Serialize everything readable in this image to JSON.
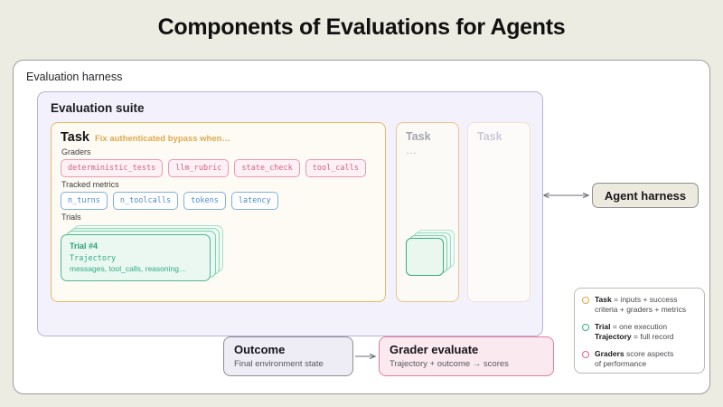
{
  "title": "Components of Evaluations for Agents",
  "harness": {
    "label": "Evaluation harness"
  },
  "suite": {
    "label": "Evaluation suite"
  },
  "task": {
    "title": "Task",
    "subtitle": "Fix authenticated bypass when…",
    "graders_label": "Graders",
    "graders": [
      "deterministic_tests",
      "llm_rubric",
      "state_check",
      "tool_calls"
    ],
    "metrics_label": "Tracked metrics",
    "metrics": [
      "n_turns",
      "n_toolcalls",
      "tokens",
      "latency"
    ],
    "trials_label": "Trials",
    "trial": {
      "number": "Trial #4",
      "trajectory_label": "Trajectory",
      "fields": "messages, tool_calls, reasoning…"
    }
  },
  "ghost_tasks": [
    {
      "title": "Task",
      "dots": "…"
    },
    {
      "title": "Task",
      "dots": ""
    }
  ],
  "agent_harness": {
    "label": "Agent harness"
  },
  "flow": {
    "outcome": {
      "title": "Outcome",
      "subtitle": "Final environment state"
    },
    "grader_evaluate": {
      "title": "Grader evaluate",
      "subtitle": "Trajectory + outcome → scores"
    }
  },
  "legend": {
    "items": [
      {
        "color": "#e8a33d",
        "line1_bold": "Task",
        "line1_rest": " = inputs + success",
        "line2": "criteria + graders + metrics"
      },
      {
        "color": "#35b08b",
        "line1_bold": "Trial",
        "line1_rest": " = one execution",
        "line2_bold": "Trajectory",
        "line2_rest": " = full record"
      },
      {
        "color": "#e2628f",
        "line1_bold": "Graders",
        "line1_rest": " score aspects",
        "line2": "of performance"
      }
    ]
  },
  "colors": {
    "canvas": "#edece2",
    "task_accent": "#e9b765",
    "trial_accent": "#4fb893",
    "grader_accent": "#e07ca4",
    "metric_accent": "#7fb0e0",
    "suite_bg": "#f3f1fb"
  }
}
